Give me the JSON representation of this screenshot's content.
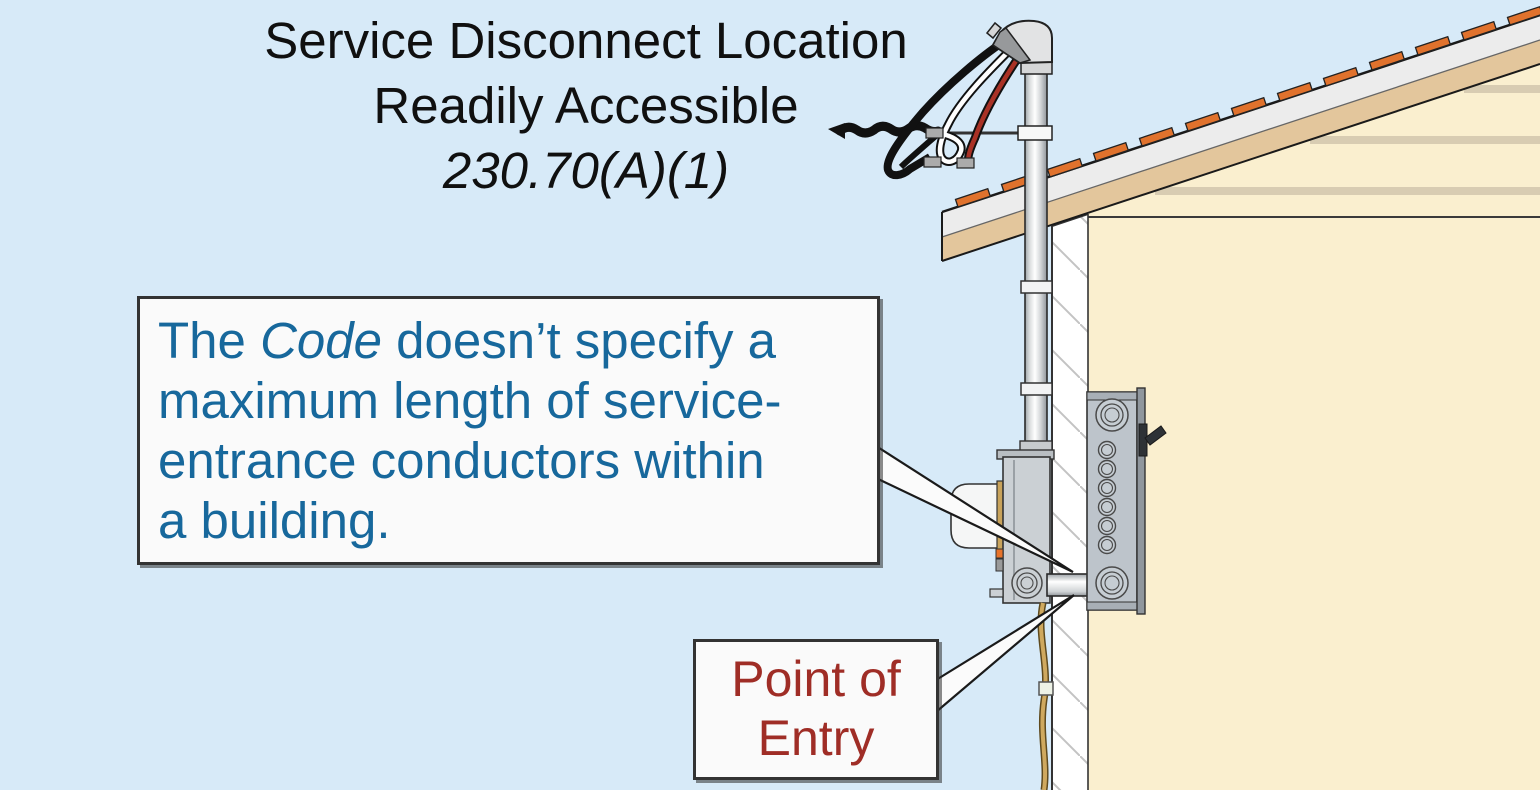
{
  "title": {
    "line1": "Service Disconnect Location",
    "line2": "Readily Accessible",
    "code_reference": "230.70(A)(1)"
  },
  "callout_box": {
    "line1_prefix": "The ",
    "line1_italic": "Code",
    "line1_suffix": " doesn’t specify a",
    "line2": "maximum length of service-",
    "line3": "entrance conductors within",
    "line4": "a building.",
    "text_color": "#17689C"
  },
  "point_of_entry_label": {
    "line1": "Point of",
    "line2": "Entry",
    "text_color": "#9F2D26"
  },
  "scene": {
    "parts": [
      "weatherhead",
      "service-drop-conductors",
      "drip-loop",
      "service-mast-conduit",
      "conduit-straps",
      "meter-enclosure",
      "wall-section",
      "conduit-nipple",
      "panelboard",
      "breaker-handle",
      "grounding-conductor",
      "roof-shingles",
      "roof-fascia",
      "gable-wall",
      "interior-wall"
    ],
    "colors": {
      "sky": "#D7EAF8",
      "wall_cream": "#FAEFCF",
      "roof_tan": "#E3C69C",
      "roof_fascia": "#ECECEC",
      "shingle_orange": "#E0722D",
      "metal_gray": "#C6CBD0",
      "wire_red": "#A93226",
      "wire_white": "#FFFFFF",
      "wire_black": "#111111",
      "ground_wire_tan": "#CFA95F",
      "hatch_gray": "#C3C3C3",
      "bottom_margin": "#FFFFFF"
    }
  }
}
